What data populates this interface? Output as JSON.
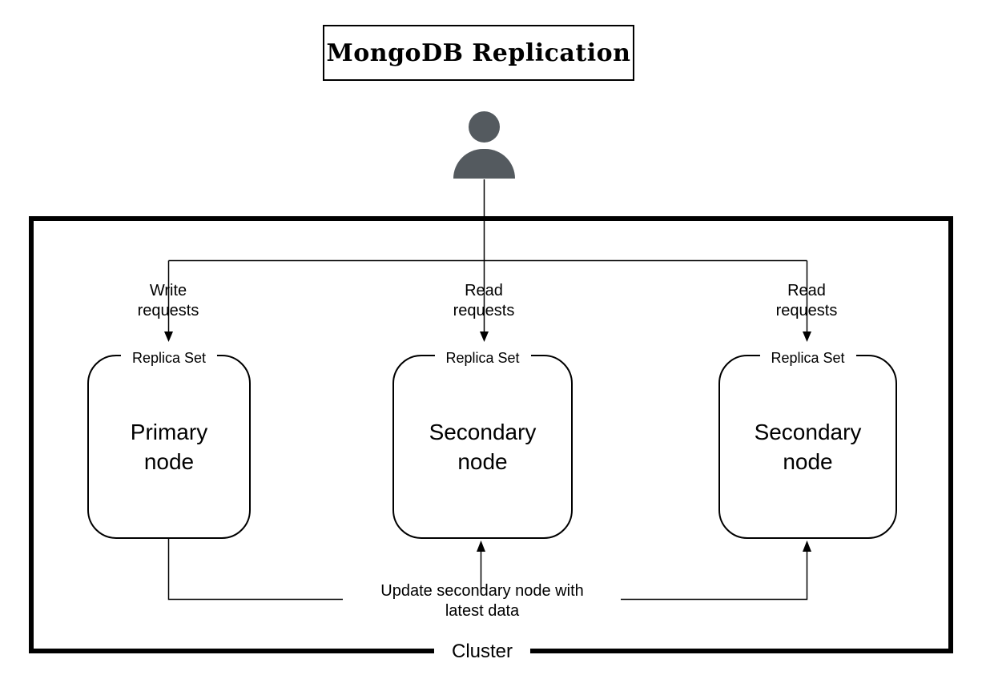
{
  "title": "MongoDB Replication",
  "user_icon": "person-icon",
  "cluster": {
    "label": "Cluster"
  },
  "requests": {
    "write": "Write\nrequests",
    "read_middle": "Read\nrequests",
    "read_right": "Read\nrequests"
  },
  "nodes": [
    {
      "group": "Replica Set",
      "name": "Primary\nnode"
    },
    {
      "group": "Replica Set",
      "name": "Secondary\nnode"
    },
    {
      "group": "Replica Set",
      "name": "Secondary\nnode"
    }
  ],
  "update_flow": "Update secondary node with\nlatest data",
  "colors": {
    "line": "#000000",
    "text": "#000000",
    "user_icon": "#545a5f",
    "background": "#ffffff"
  }
}
